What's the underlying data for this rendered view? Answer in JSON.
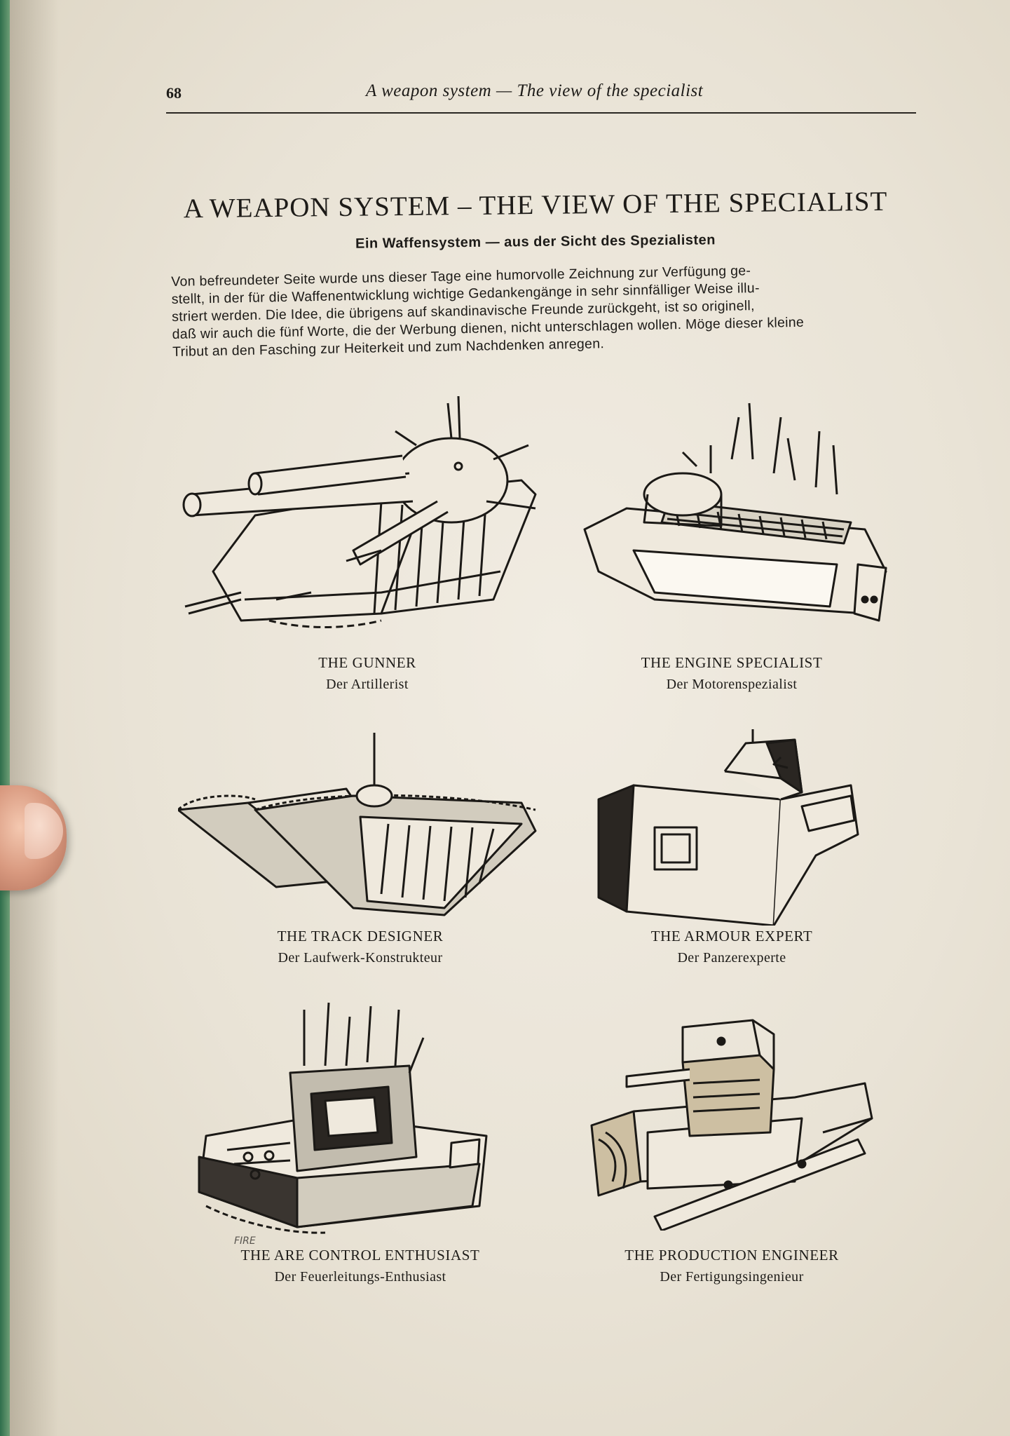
{
  "header": {
    "page_number": "68",
    "running_title": "A weapon system — The view of the specialist"
  },
  "article": {
    "title": "A WEAPON SYSTEM – THE VIEW OF THE SPECIALIST",
    "subtitle": "Ein Waffensystem — aus der Sicht des Spezialisten",
    "intro_lines": [
      "Von befreundeter Seite wurde uns dieser Tage eine humorvolle Zeichnung zur Verfügung ge-",
      "stellt, in der für die Waffenentwicklung wichtige Gedankengänge in sehr sinnfälliger Weise illu-",
      "striert werden. Die Idee, die übrigens auf skandinavische Freunde zurückgeht, ist so originell,",
      "daß wir auch die fünf Worte, die der Werbung dienen, nicht unterschlagen wollen. Möge dieser kleine",
      "Tribut an den Fasching zur Heiterkeit und zum Nachdenken anregen."
    ]
  },
  "cartoons": [
    {
      "caption_en": "THE GUNNER",
      "caption_de": "Der Artillerist"
    },
    {
      "caption_en": "THE ENGINE SPECIALIST",
      "caption_de": "Der Motorenspezialist"
    },
    {
      "caption_en": "THE TRACK DESIGNER",
      "caption_de": "Der Laufwerk-Konstrukteur"
    },
    {
      "caption_en": "THE ARMOUR EXPERT",
      "caption_de": "Der Panzerexperte"
    },
    {
      "caption_en": "THE ARE CONTROL ENTHUSIAST",
      "caption_de": "Der Feuerleitungs-Enthusiast",
      "handwritten_note": "FIRE"
    },
    {
      "caption_en": "THE PRODUCTION ENGINEER",
      "caption_de": "Der Fertigungsingenieur"
    }
  ]
}
